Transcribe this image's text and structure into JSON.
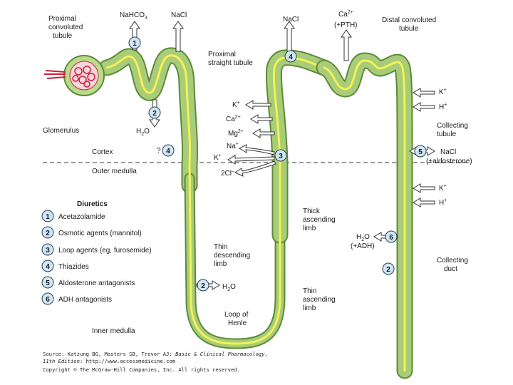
{
  "labels": {
    "proximal_convoluted": [
      "Proximal",
      "convoluted",
      "tubule"
    ],
    "nahco3": "NaHCO",
    "nahco3_sub": "3",
    "nacl_top_left": "NaCl",
    "proximal_straight": [
      "Proximal",
      "straight tubule"
    ],
    "glomerulus": "Glomerulus",
    "h2o_left": "H",
    "h2o_left_sub": "2",
    "h2o_left_tail": "O",
    "cortex": "Cortex",
    "outer_medulla": "Outer medulla",
    "question": "?",
    "nacl_top_mid": "NaCl",
    "ca_pth": [
      "Ca",
      "(+PTH)"
    ],
    "ca_sup": "2+",
    "distal_convoluted": [
      "Distal convoluted",
      "tubule"
    ],
    "k_plus": "K",
    "ca2_plus": "Ca",
    "mg2_plus": "Mg",
    "na_plus": "Na",
    "k_plus2": "K",
    "cl_minus": "2Cl",
    "thick_ascending": [
      "Thick",
      "ascending",
      "limb"
    ],
    "thin_descending": [
      "Thin",
      "descending",
      "limb"
    ],
    "thin_ascending": [
      "Thin",
      "ascending",
      "limb"
    ],
    "loop_of_henle": [
      "Loop of",
      "Henle"
    ],
    "inner_medulla": "Inner medulla",
    "h2o_loop": "H",
    "collecting_tubule": [
      "Collecting",
      "tubule"
    ],
    "nacl_aldo": [
      "NaCl",
      "(+aldosterone)"
    ],
    "k_right1": "K",
    "h_right1": "H",
    "k_right2": "K",
    "h_right2": "H",
    "h2o_adh": [
      "H",
      "(+ADH)"
    ],
    "collecting_duct": [
      "Collecting",
      "duct"
    ],
    "plus": "+",
    "two_plus": "2+",
    "minus": "–"
  },
  "markers": {
    "m1_top": "1",
    "m2_left": "2",
    "m4_question": "4",
    "m4_top": "4",
    "m3_thick": "3",
    "m2_loop": "2",
    "m5_right": "5",
    "m6_right": "6",
    "m2_duct": "2"
  },
  "legend": {
    "title": "Diuretics",
    "items": [
      {
        "num": "1",
        "label": "Acetazolamide"
      },
      {
        "num": "2",
        "label": "Osmotic agents (mannitol)"
      },
      {
        "num": "3",
        "label": "Loop agents (eg, furosemide)"
      },
      {
        "num": "4",
        "label": "Thiazides"
      },
      {
        "num": "5",
        "label": "Aldosterone antagonists"
      },
      {
        "num": "6",
        "label": "ADH antagonists"
      }
    ]
  },
  "footer": {
    "source_prefix": "Source: Katzung BG, Masters SB, Trevor AJ: ",
    "source_title": "Basic & Clinical Pharmacology,",
    "edition": "11th Edition",
    "url": ": http://www.accessmedicine.com",
    "copyright": "Copyright © The McGraw-Hill Companies, Inc. All rights reserved."
  },
  "colors": {
    "tube_dark": "#5e8a3a",
    "tube_light": "#a8cc78",
    "lumen": "#f4f255",
    "marker_fill": "#cfe6f5",
    "glomerulus": "#c8203c",
    "capsule": "#b9dc8a"
  }
}
